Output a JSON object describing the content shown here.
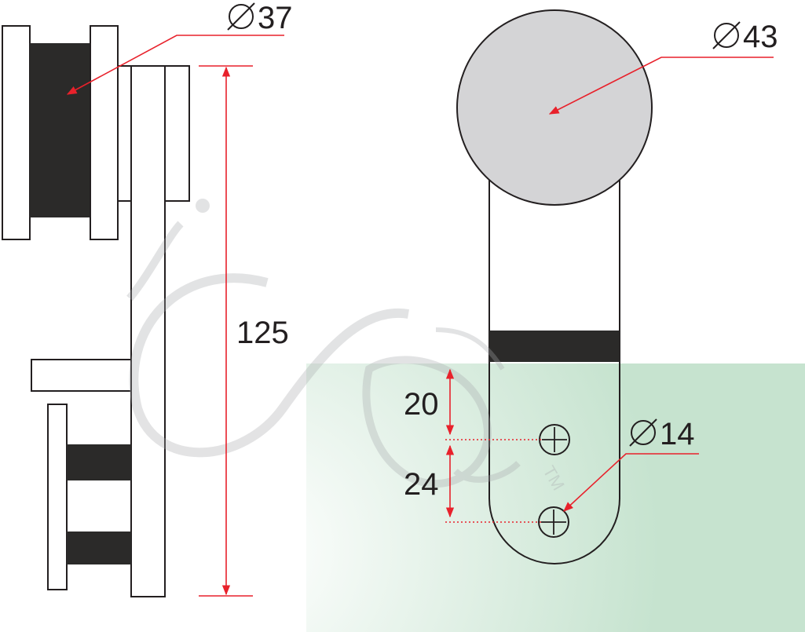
{
  "dimensions": {
    "roller_diameter": "37",
    "wheel_diameter": "43",
    "height": "125",
    "hole_offset_top": "20",
    "hole_spacing": "24",
    "hole_diameter": "14"
  },
  "watermark": {
    "logo_text": "i&co",
    "trademark": "TM"
  },
  "colors": {
    "dimension_line": "#e8212b",
    "outline": "#231f20",
    "rubber": "#2b2a29",
    "wheel_fill": "#d4d4d6",
    "glass_center": "#ffffff",
    "glass_edge": "#c6e3cf"
  }
}
